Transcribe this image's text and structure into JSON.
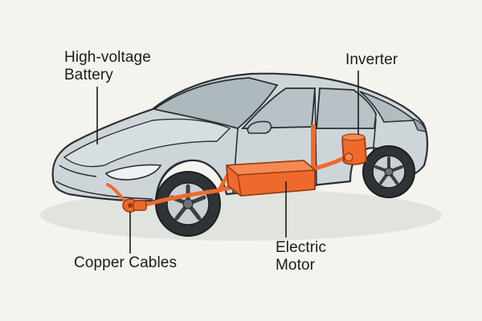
{
  "labels": {
    "battery": [
      "High-voltage",
      "Battery"
    ],
    "inverter": [
      "Inverter"
    ],
    "motor": [
      "Electric",
      "Motor"
    ],
    "cables": [
      "Copper Cables"
    ]
  },
  "colors": {
    "background": "#f4f3ee",
    "car_body": "#cdd5d9",
    "car_outline": "#2b2f33",
    "component_orange": "#ee6a2c",
    "shadow": "#dfe1dd"
  }
}
